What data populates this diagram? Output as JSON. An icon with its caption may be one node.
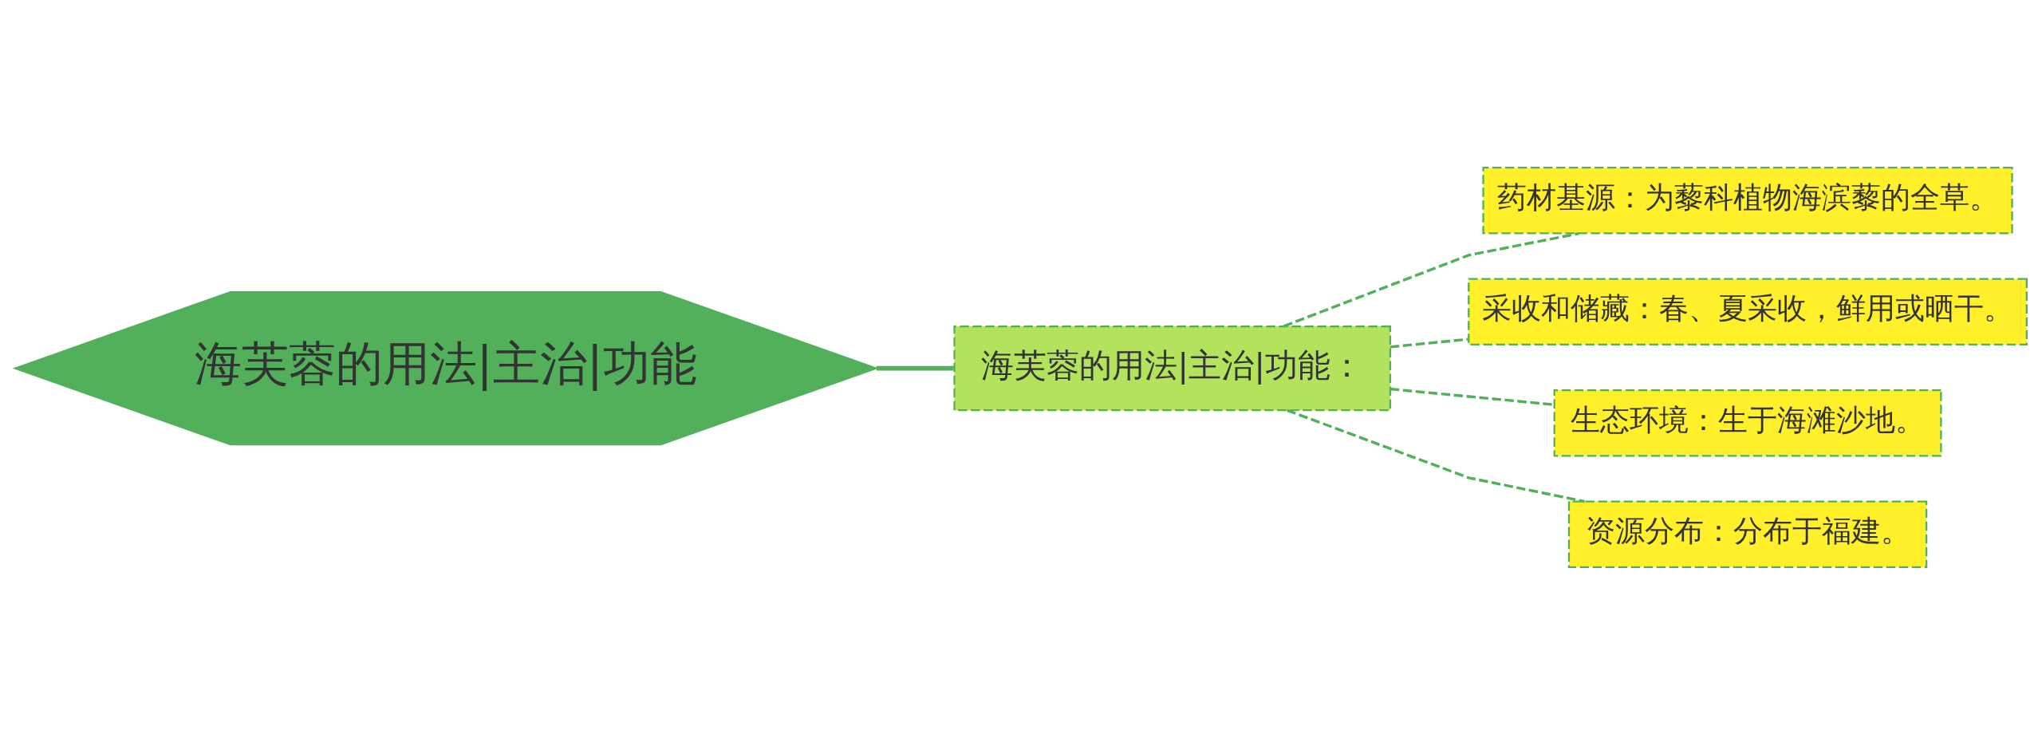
{
  "diagram": {
    "nodes": [
      {
        "text": [
          "海芙蓉的用法|主治|功能"
        ]
      },
      {
        "text": [
          "海芙蓉的用法|主治|功能："
        ]
      },
      {
        "text": [
          "药材基源：为藜科植物海滨藜的全草。"
        ]
      },
      {
        "text": [
          "采收和储藏：春、夏采收，鲜用或晒干。"
        ]
      },
      {
        "text": [
          "生态环境：生于海滩沙地。"
        ]
      },
      {
        "text": [
          "资源分布：分布于福建。"
        ]
      }
    ],
    "edges": [
      {
        "from": 0,
        "to": 1,
        "arrow": "none"
      },
      {
        "from": 1,
        "to": 2,
        "arrow": "none",
        "style": "dashed"
      },
      {
        "from": 1,
        "to": 3,
        "arrow": "none",
        "style": "dashed"
      },
      {
        "from": 1,
        "to": 4,
        "arrow": "none",
        "style": "dashed"
      },
      {
        "from": 1,
        "to": 5,
        "arrow": "none",
        "style": "dashed"
      }
    ]
  }
}
